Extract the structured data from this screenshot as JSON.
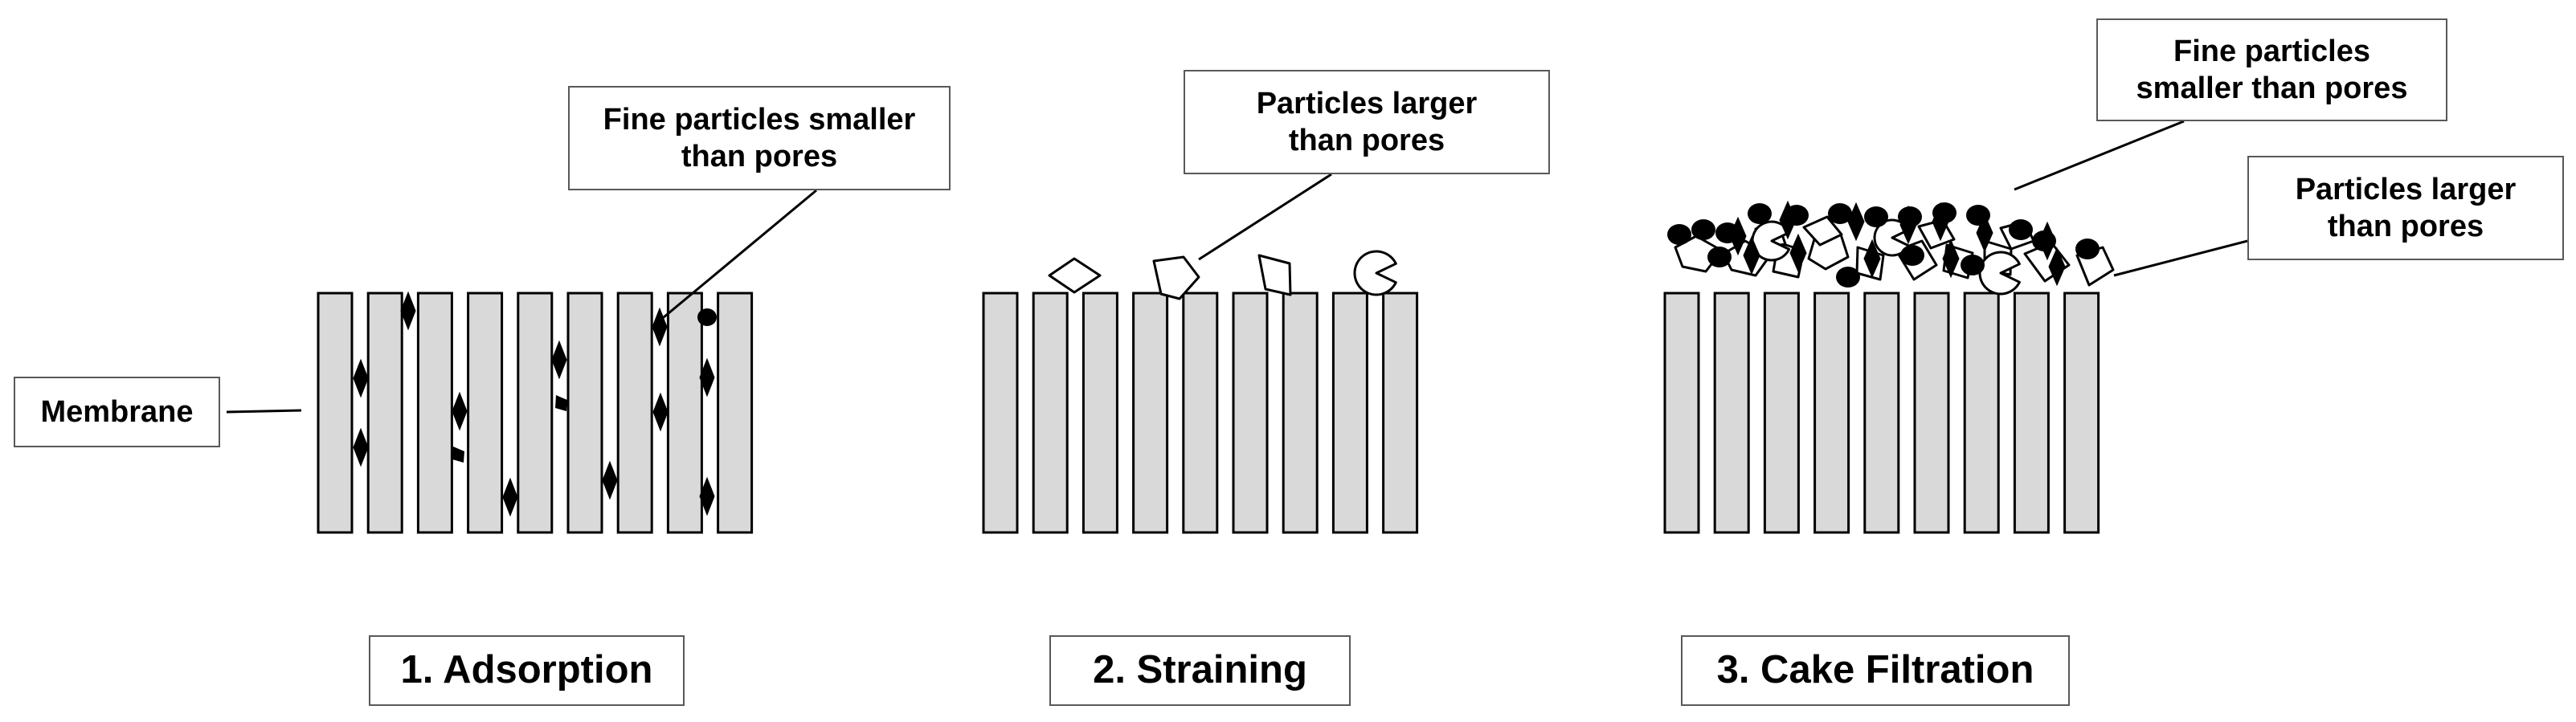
{
  "labels": {
    "membrane": "Membrane",
    "adsorption_callout": "Fine particles smaller\nthan pores",
    "straining_callout": "Particles larger\nthan pores",
    "cake_fine_callout": "Fine particles\nsmaller than pores",
    "cake_large_callout": "Particles larger\nthan pores"
  },
  "captions": {
    "adsorption": "1. Adsorption",
    "straining": "2. Straining",
    "cake": "3. Cake Filtration"
  },
  "colors": {
    "membrane_fill": "#d9d9d9",
    "outline": "#000000",
    "label_border": "#595959",
    "particle_fine": "#000000",
    "particle_large": "#ffffff"
  }
}
